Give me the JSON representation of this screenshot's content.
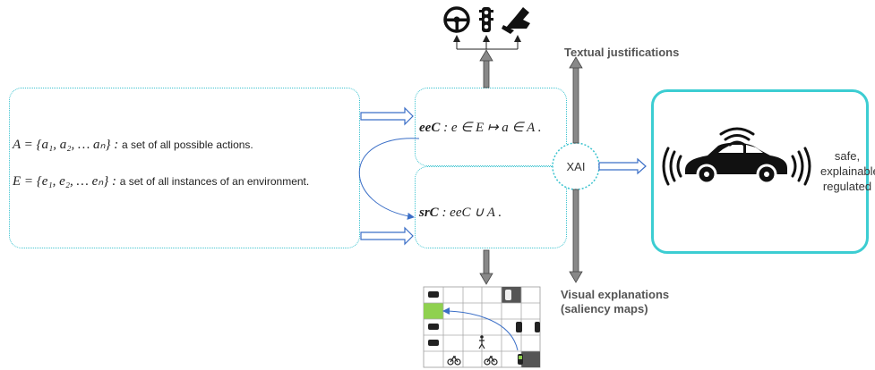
{
  "left_panel": {
    "actions_math": "A = {a₁, a₂, … aₙ} :",
    "actions_desc": "a set of all possible actions.",
    "env_math": "E = {e₁, e₂, … eₙ} :",
    "env_desc": "a set of all instances of an environment."
  },
  "center_panel": {
    "eec_name": "eeC",
    "eec_formula": ": e ∈ E ↦ a ∈ A .",
    "src_name": "srC",
    "src_formula": ": eeC ∪ A ."
  },
  "xai": {
    "label": "XAI"
  },
  "labels": {
    "textual": "Textual justifications",
    "visual_line1": "Visual explanations",
    "visual_line2": "(saliency maps)"
  },
  "right_panel": {
    "line1": "safe,",
    "line2": "explainable",
    "line3": "regulated"
  },
  "icons": [
    "steering-wheel-icon",
    "traffic-light-icon",
    "pedal-icon",
    "car-icon",
    "pedestrian-icon",
    "bicycle-icon",
    "wifi-signal-icon"
  ],
  "colors": {
    "dotted_border": "#3cc3cf",
    "arrow_blue": "#3b6fc7",
    "highlight_green": "#8fd14f",
    "right_border": "#3ccdd2"
  }
}
